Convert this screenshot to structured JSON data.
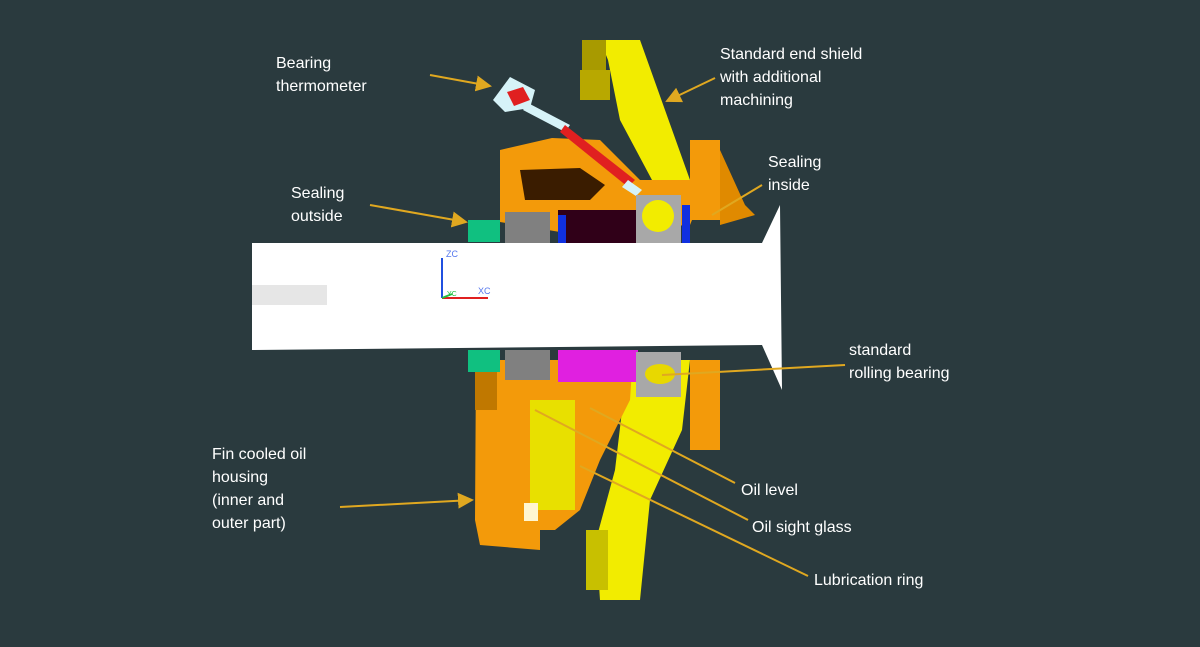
{
  "labels": {
    "bearing_thermometer": "Bearing\nthermometer",
    "end_shield": "Standard end shield\nwith additional\nmachining",
    "sealing_inside": "Sealing\ninside",
    "sealing_outside": "Sealing\noutside",
    "rolling_bearing": "standard\nrolling bearing",
    "oil_housing": "Fin cooled oil\nhousing\n(inner and\nouter part)",
    "oil_level": "Oil level",
    "oil_sight_glass": "Oil sight glass",
    "lubrication_ring": "Lubrication ring"
  },
  "axes": {
    "z": "ZC",
    "x": "XC",
    "y": "YC"
  },
  "colors": {
    "background": "#2a3a3e",
    "leader": "#e0a820",
    "housing": "#f39a0a",
    "shield": "#f5f000",
    "shaft": "#ffffff"
  }
}
